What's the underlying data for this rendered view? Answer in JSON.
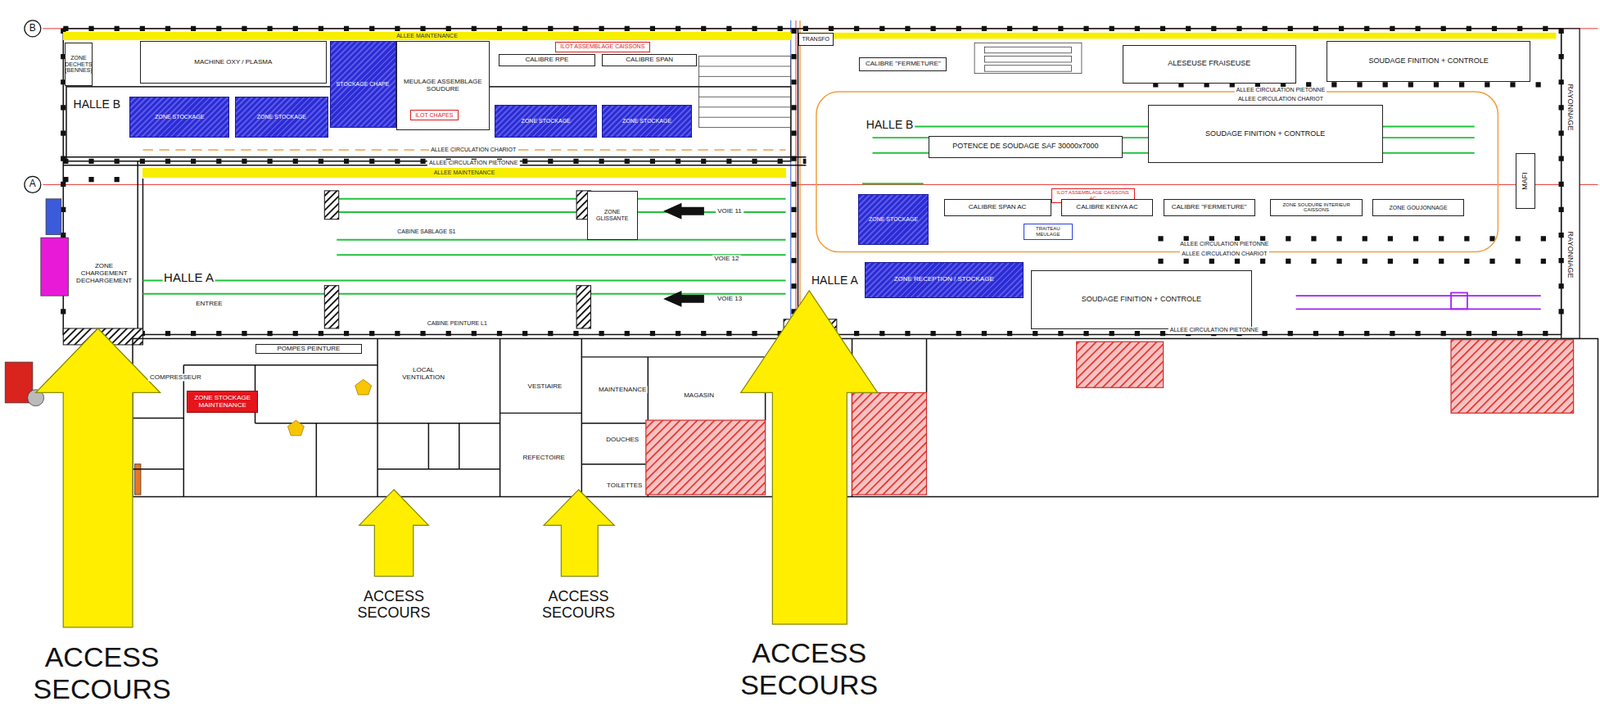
{
  "diagram": {
    "nodes": [
      {
        "text": [
          "ZONE DECHETS (BENNES)"
        ]
      },
      {
        "text": [
          "MACHINE OXY / PLASMA"
        ]
      },
      {
        "text": [
          "STOCKAGE CHAPE"
        ]
      },
      {
        "text": [
          "MEULAGE ASSEMBLAGE SOUDURE"
        ]
      },
      {
        "text": [
          "ILOT ASSEMBLAGE CAISSONS"
        ]
      },
      {
        "text": [
          "CALIBRE RPE"
        ]
      },
      {
        "text": [
          "CALIBRE SPAN"
        ]
      },
      {
        "text": [
          "ILOT CHAPES"
        ]
      },
      {
        "text": [
          "ZONE STOCKAGE"
        ]
      },
      {
        "text": [
          "ZONE STOCKAGE"
        ]
      },
      {
        "text": [
          "ZONE STOCKAGE"
        ]
      },
      {
        "text": [
          "ZONE STOCKAGE"
        ]
      },
      {
        "text": [
          "ALLEE MAINTENANCE"
        ]
      },
      {
        "text": [
          "ALLEE MAINTENANCE"
        ]
      },
      {
        "text": [
          "TRANSFO"
        ]
      },
      {
        "text": [
          "CALIBRE \"FERMETURE\""
        ]
      },
      {
        "text": [
          "ALESEUSE FRAISEUSE"
        ]
      },
      {
        "text": [
          "SOUDAGE FINITION + CONTROLE"
        ]
      },
      {
        "text": [
          "POTENCE DE SOUDAGE SAF 30000x7000"
        ]
      },
      {
        "text": [
          "SOUDAGE FINITION + CONTROLE"
        ]
      },
      {
        "text": [
          "MAFI"
        ]
      },
      {
        "text": [
          "ZONE STOCKAGE"
        ]
      },
      {
        "text": [
          "ILOT ASSEMBLAGE CAISSONS AC"
        ]
      },
      {
        "text": [
          "CALIBRE SPAN AC"
        ]
      },
      {
        "text": [
          "CALIBRE KENYA AC"
        ]
      },
      {
        "text": [
          "CALIBRE \"FERMETURE\""
        ]
      },
      {
        "text": [
          "ZONE SOUDURE INTERIEUR CAISSONS"
        ]
      },
      {
        "text": [
          "ZONE GOUJONNAGE"
        ]
      },
      {
        "text": [
          "ZONE RECEPTION / STOCKAGE"
        ]
      },
      {
        "text": [
          "SOUDAGE FINITION + CONTROLE"
        ]
      },
      {
        "text": [
          "ZONE GLISSANTE"
        ]
      },
      {
        "text": [
          "POMPES PEINTURE"
        ]
      },
      {
        "text": [
          "ZONE STOCKAGE MAINTENANCE"
        ]
      },
      {
        "text": [
          "TRAITEAU MEULAGE"
        ]
      }
    ],
    "labels": [
      "B",
      "A",
      "HALLE B",
      "ALLEE CIRCULATION CHARIOT",
      "ALLEE CIRCULATION PIETONNE",
      "RAYONNAGE",
      "RAYONNAGE",
      "ALLEE CIRCULATION PIETONNE",
      "ALLEE CIRCULATION CHARIOT",
      "HALLE B",
      "ALLEE CIRCULATION PIETONNE",
      "ALLEE CIRCULATION CHARIOT",
      "HALLE A",
      "ALLEE CIRCULATION PIETONNE",
      "ZONE CHARGEMENT DECHARGEMENT",
      "HALLE A",
      "ENTREE",
      "CABINE SABLAGE S1",
      "CABINE PEINTURE L1",
      "VOIE 11",
      "VOIE 12",
      "VOIE 13",
      "COMPRESSEUR",
      "LOCAL VENTILATION",
      "VESTIAIRE",
      "MAINTENANCE",
      "MAGASIN",
      "DOUCHES",
      "REFECTOIRE",
      "TOILETTES",
      "ACCESS SECOURS",
      "ACCESS SECOURS",
      "ACCESS SECOURS",
      "ACCESS SECOURS"
    ]
  }
}
